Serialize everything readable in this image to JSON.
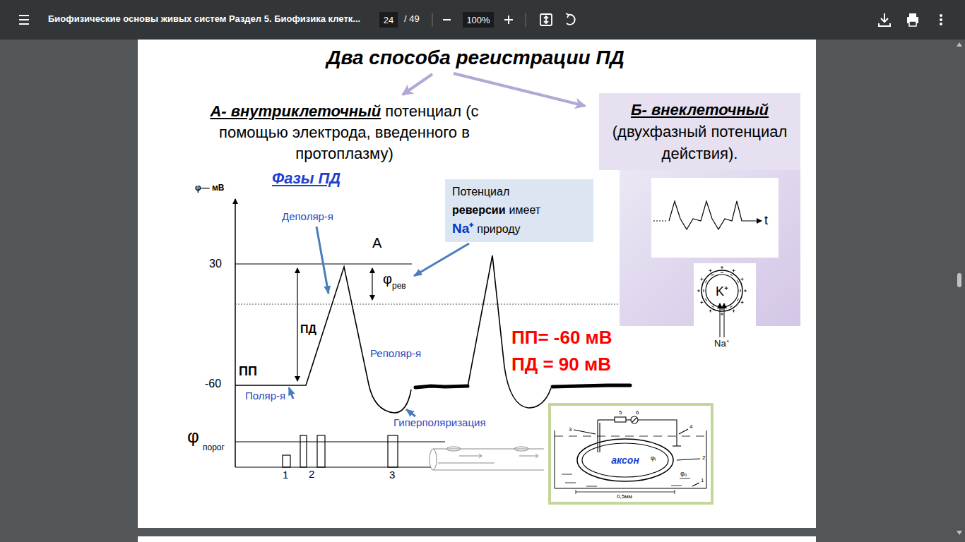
{
  "diagram": {
    "title": "Два способа регистрации ПД",
    "nodes": [
      {
        "text": [
          "Биофизические основы живых систем Раздел 5. Биофизика клетк...",
          "/ 49"
        ]
      },
      {
        "text": [
          "24"
        ],
        "in": 0
      },
      {
        "text": [
          "100%"
        ],
        "in": 0
      },
      {
        "text": [
          "Б- внеклеточный",
          "(двухфазный потенциал действия)."
        ]
      },
      {
        "text": [
          "Потенциал",
          "реверсии",
          "имеет",
          "Na⁺",
          "природу"
        ]
      },
      {
        "text": [
          "K⁺"
        ]
      },
      {
        "text": [
          "аксон"
        ]
      }
    ],
    "labels": [
      "А- внутриклеточный",
      "потенциал (с помощью электрода, введенного в протоплазму)",
      "Фазы ПД",
      "φ— мВ",
      "Деполяр-я",
      "А",
      "30",
      "φ",
      "рев",
      "ПД",
      "Реполяр-я",
      "ПП= -60 мВ",
      "ПД = 90 мВ",
      "ПП",
      "-60",
      "Поляр-я",
      "Гиперполяризация",
      "φ",
      "порог",
      "1",
      "2",
      "3",
      "t",
      "Na⁺",
      "3",
      "5",
      "6",
      "4",
      "2",
      "φᵢ",
      "φₒ",
      "1",
      "0,5мм"
    ]
  }
}
